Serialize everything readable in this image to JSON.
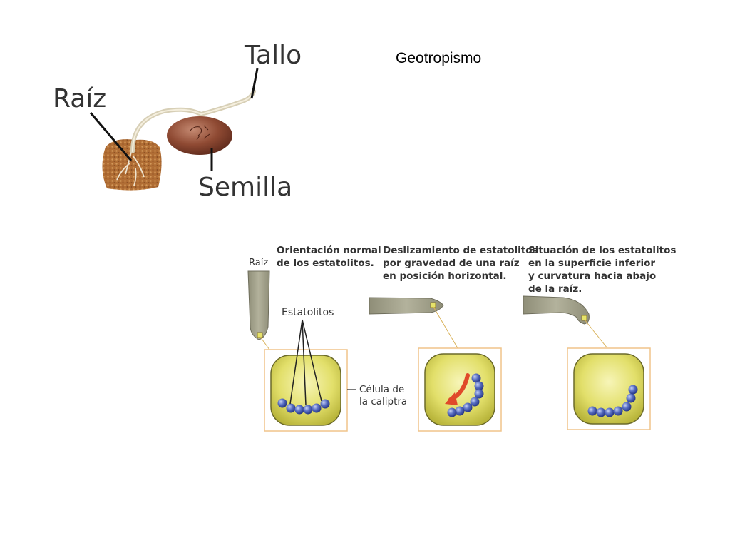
{
  "slide": {
    "title": "Geotropismo"
  },
  "seedling": {
    "labels": {
      "stem": "Tallo",
      "root": "Raíz",
      "seed": "Semilla"
    }
  },
  "statoliths": {
    "root_label": "Raíz",
    "statoliths_label": "Estatolitos",
    "cell_label_1": "Célula de",
    "cell_label_2": "la caliptra",
    "panels": [
      {
        "caption": [
          "Orientación normal",
          "de los estatolitos."
        ]
      },
      {
        "caption": [
          "Deslizamiento de estatolitos",
          "por gravedad de una raíz",
          "en posición horizontal."
        ]
      },
      {
        "caption": [
          "Situación de los estatolitos",
          "en la superficie inferior",
          "y curvatura hacia abajo",
          "de la raíz."
        ]
      }
    ]
  },
  "colors": {
    "root_fill": "#a7a691",
    "soil": "#b8763a",
    "seed": "#8a3f2a",
    "cell_fill": "#e6e36a",
    "cell_border": "#f0c48a",
    "statolith": "#4d63b8",
    "arrow": "#e04a2a"
  }
}
